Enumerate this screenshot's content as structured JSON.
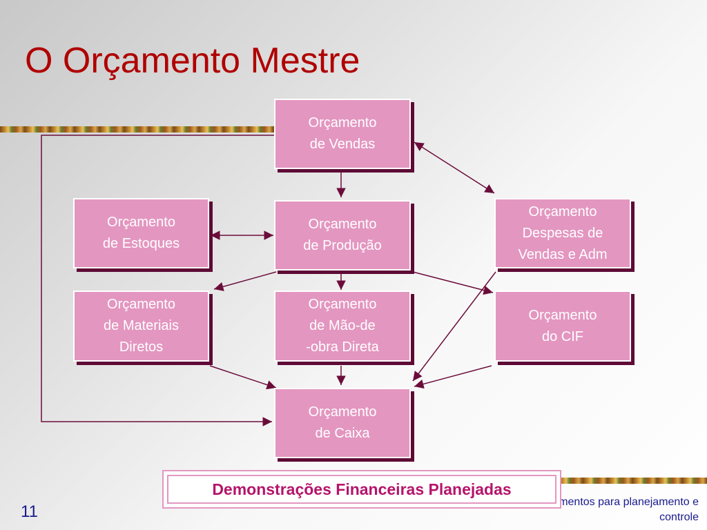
{
  "slide": {
    "title": "O Orçamento Mestre",
    "page_number": "11",
    "footer_line1": "Orçamentos para planejamento e",
    "footer_line2": "controle"
  },
  "boxes": {
    "vendas": "Orçamento\nde Vendas",
    "estoques": "Orçamento\nde Estoques",
    "producao": "Orçamento\nde Produção",
    "despesas": "Orçamento\nDespesas de\nVendas e Adm",
    "materiais": "Orçamento\nde Materiais\nDiretos",
    "mao_de_obra": "Orçamento\nde Mão-de\n-obra Direta",
    "cif": "Orçamento\ndo CIF",
    "caixa": "Orçamento\nde Caixa"
  },
  "demonstracoes": "Demonstrações Financeiras Planejadas",
  "colors": {
    "title": "#b00000",
    "box_fill": "#e396c0",
    "box_shadow": "#5e0a36",
    "connector": "#6b0d3a",
    "demonstracoes_text": "#b5146a"
  }
}
